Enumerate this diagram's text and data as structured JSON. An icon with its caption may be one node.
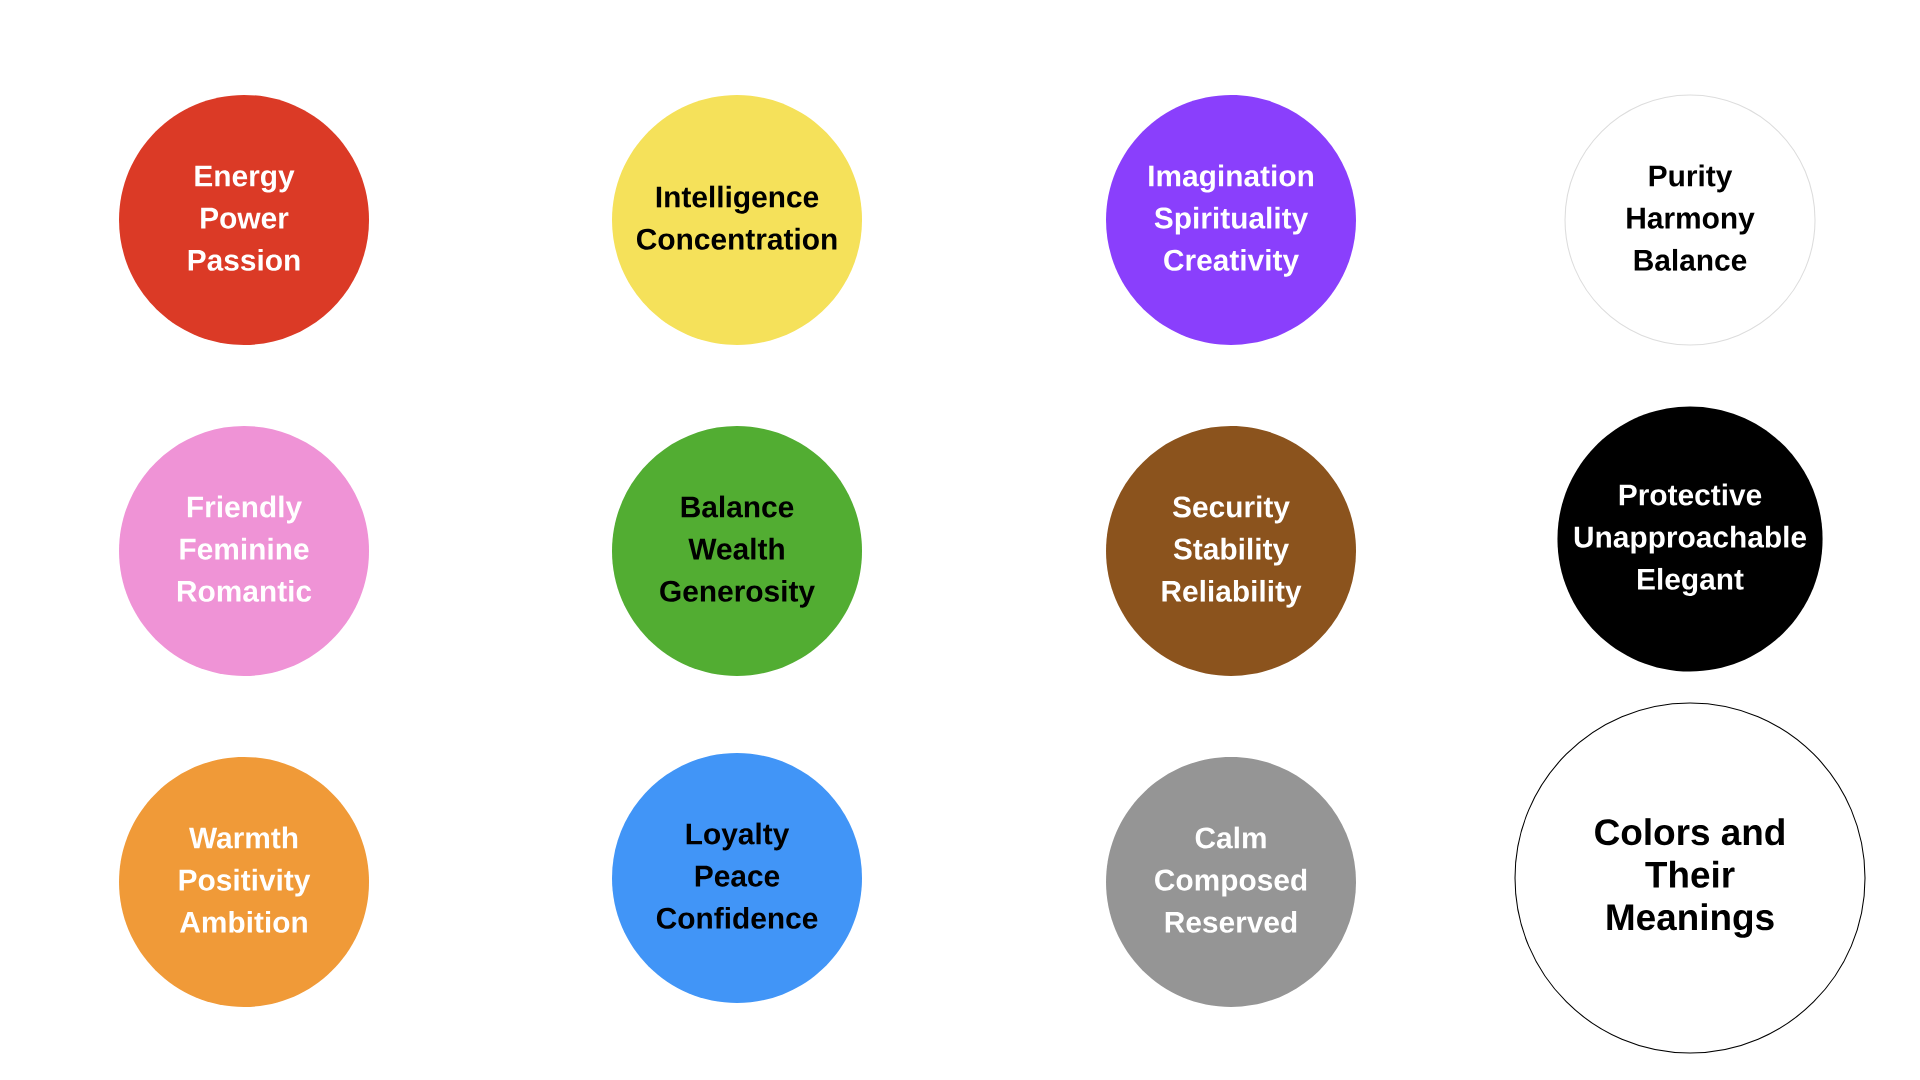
{
  "diagram": {
    "nodes": [
      {
        "text": [
          "Energy",
          "Power",
          "Passion"
        ]
      },
      {
        "text": [
          "Intelligence",
          "Concentration"
        ]
      },
      {
        "text": [
          "Imagination",
          "Spirituality",
          "Creativity"
        ]
      },
      {
        "text": [
          "Purity",
          "Harmony",
          "Balance"
        ]
      },
      {
        "text": [
          "Friendly",
          "Feminine",
          "Romantic"
        ]
      },
      {
        "text": [
          "Balance",
          "Wealth",
          "Generosity"
        ]
      },
      {
        "text": [
          "Security",
          "Stability",
          "Reliability"
        ]
      },
      {
        "text": [
          "Protective",
          "Unapproachable",
          "Elegant"
        ]
      },
      {
        "text": [
          "Warmth",
          "Positivity",
          "Ambition"
        ]
      },
      {
        "text": [
          "Loyalty",
          "Peace",
          "Confidence"
        ]
      },
      {
        "text": [
          "Calm",
          "Composed",
          "Reserved"
        ]
      },
      {
        "text": [
          "Colors and Their Meanings"
        ]
      }
    ]
  }
}
